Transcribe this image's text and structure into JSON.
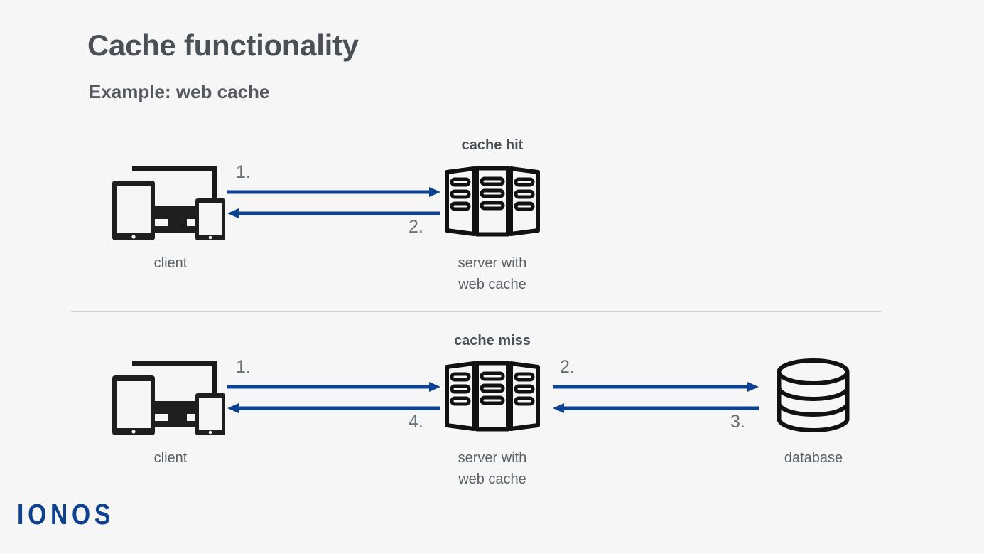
{
  "slide": {
    "title": "Cache functionality",
    "subtitle": "Example: web cache",
    "background_color": "#f6f6f6",
    "accent_color": "#0d4292",
    "text_color": "#5a6066",
    "icon_color": "#1a1a1a"
  },
  "brand": {
    "logo_text": "IONOS",
    "logo_color": "#0d4292"
  },
  "scenarios": [
    {
      "id": "cache-hit",
      "heading": "cache hit",
      "nodes": [
        {
          "id": "client",
          "label": "client",
          "icon": "devices-icon"
        },
        {
          "id": "server",
          "label": "server with\nweb cache",
          "icon": "server-icon"
        }
      ],
      "arrows": [
        {
          "step": "1.",
          "from": "client",
          "to": "server",
          "direction": "right"
        },
        {
          "step": "2.",
          "from": "server",
          "to": "client",
          "direction": "left"
        }
      ]
    },
    {
      "id": "cache-miss",
      "heading": "cache miss",
      "nodes": [
        {
          "id": "client",
          "label": "client",
          "icon": "devices-icon"
        },
        {
          "id": "server",
          "label": "server with\nweb cache",
          "icon": "server-icon"
        },
        {
          "id": "database",
          "label": "database",
          "icon": "database-icon"
        }
      ],
      "arrows": [
        {
          "step": "1.",
          "from": "client",
          "to": "server",
          "direction": "right"
        },
        {
          "step": "4.",
          "from": "server",
          "to": "client",
          "direction": "left"
        },
        {
          "step": "2.",
          "from": "server",
          "to": "database",
          "direction": "right"
        },
        {
          "step": "3.",
          "from": "database",
          "to": "server",
          "direction": "left"
        }
      ]
    }
  ]
}
